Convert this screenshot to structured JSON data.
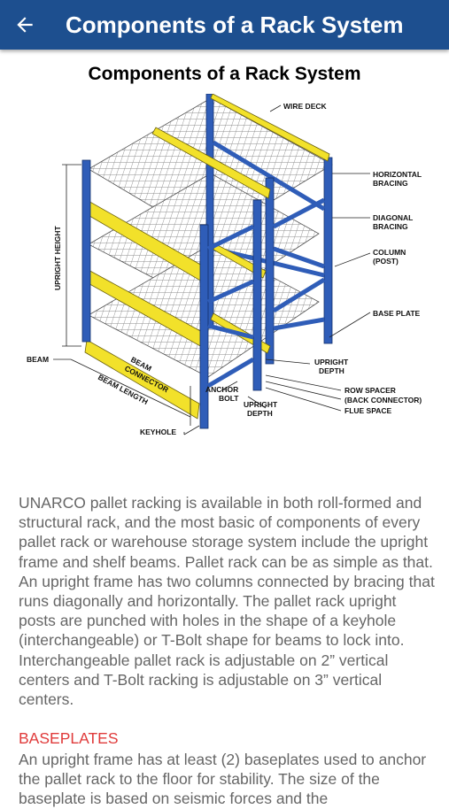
{
  "appbar": {
    "title": "Components of a Rack System",
    "back_icon": "arrow-left-icon",
    "color": "#1d4f8f"
  },
  "figure": {
    "title": "Components of a Rack System",
    "labels": {
      "wire_deck": "WIRE DECK",
      "horizontal_bracing_1": "HORIZONTAL",
      "horizontal_bracing_2": "BRACING",
      "diagonal_bracing_1": "DIAGONAL",
      "diagonal_bracing_2": "BRACING",
      "column_1": "COLUMN",
      "column_2": "(POST)",
      "base_plate": "BASE PLATE",
      "upright_height": "UPRIGHT HEIGHT",
      "beam": "BEAM",
      "beam_connector_1": "BEAM",
      "beam_connector_2": "CONNECTOR",
      "beam_length": "BEAM LENGTH",
      "upright_depth_a_1": "UPRIGHT",
      "upright_depth_a_2": "DEPTH",
      "anchor_bolt_1": "ANCHOR",
      "anchor_bolt_2": "BOLT",
      "upright_depth_b_1": "UPRIGHT",
      "upright_depth_b_2": "DEPTH",
      "row_spacer_1": "ROW SPACER",
      "row_spacer_2": "(BACK CONNECTOR)",
      "flue_space": "FLUE SPACE",
      "keyhole": "KEYHOLE"
    },
    "colors": {
      "upright": "#2f5db8",
      "beam": "#f2e12a",
      "deck": "#c9c9c9"
    }
  },
  "content": {
    "intro": "UNARCO pallet racking is available in both roll-formed and structural rack, and the most basic of components of every pallet rack or warehouse storage system include the upright frame and shelf beams. Pallet rack can be as simple as that. An upright frame has two columns connected by bracing that runs diagonally and horizontally. The pallet rack upright posts are punched with holes in the shape of a keyhole (interchangeable) or T-Bolt shape for beams to lock into. Interchangeable pallet rack is adjustable on 2” vertical centers and T-Bolt racking is adjustable on 3” vertical centers.",
    "section_heading": "BASEPLATES",
    "section_text": "An upright frame has at least (2) baseplates used to anchor the pallet rack to the floor for stability. The size of the baseplate is based on seismic forces and the"
  }
}
